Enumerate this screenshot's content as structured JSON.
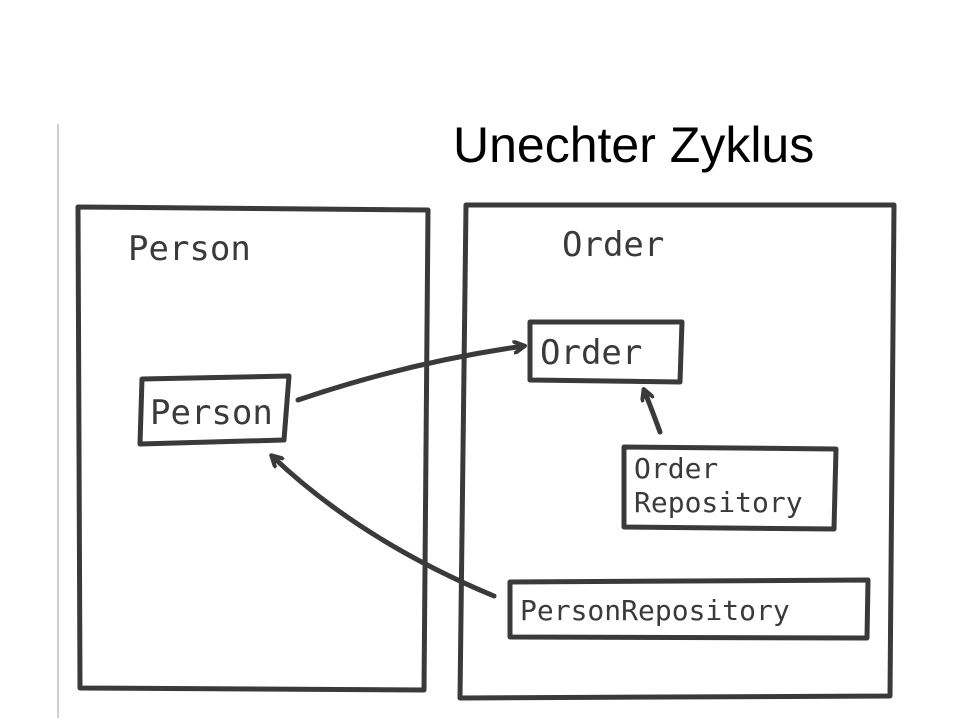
{
  "title": "Unechter Zyklus",
  "packages": {
    "person": {
      "label": "Person",
      "classes": {
        "person": "Person"
      }
    },
    "order": {
      "label": "Order",
      "classes": {
        "order": "Order",
        "order_repository_line1": "Order",
        "order_repository_line2": "Repository",
        "person_repository": "PersonRepository"
      }
    }
  },
  "colors": {
    "ink": "#3a3a3a",
    "background": "#ffffff",
    "title": "#000000"
  }
}
